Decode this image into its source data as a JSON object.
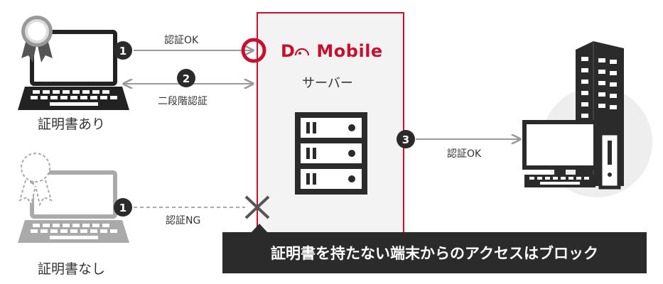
{
  "server": {
    "brand_prefix": "D",
    "brand_suffix": "Mobile",
    "label": "サーバー"
  },
  "clients": {
    "with_cert_label": "証明書あり",
    "without_cert_label": "証明書なし"
  },
  "flows": {
    "step1": {
      "number": "1",
      "label": "認証OK"
    },
    "step2": {
      "number": "2",
      "label": "二段階認証"
    },
    "step3": {
      "number": "3",
      "label": "認証OK"
    },
    "step1_ng": {
      "number": "1",
      "label": "認証NG"
    }
  },
  "banner": {
    "text": "証明書を持たない端末からのアクセスはブロック"
  },
  "colors": {
    "accent": "#c8102e",
    "dark": "#2b2b2b",
    "line": "#aaaaaa"
  }
}
